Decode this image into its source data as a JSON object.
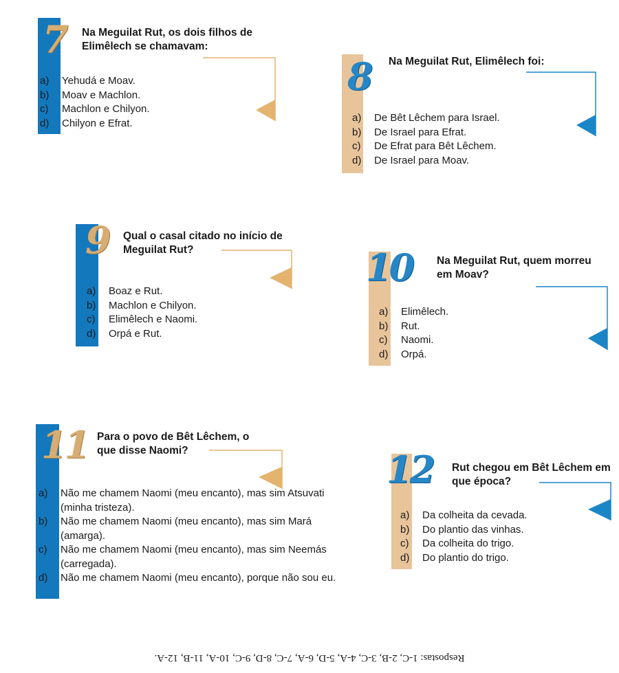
{
  "colors": {
    "blue": "#1478bd",
    "tan": "#e8c49a",
    "gold": "#d7ad73",
    "arrow_gold": "#e4b36e",
    "arrow_blue": "#1b86c6"
  },
  "questions": [
    {
      "number": "7",
      "question": "Na Meguilat Rut, os dois filhos de Elimêlech se chamavam:",
      "options": [
        {
          "letter": "a)",
          "text": "Yehudá e Moav."
        },
        {
          "letter": "b)",
          "text": "Moav e Machlon."
        },
        {
          "letter": "c)",
          "text": "Machlon e Chilyon."
        },
        {
          "letter": "d)",
          "text": "Chilyon e Efrat."
        }
      ]
    },
    {
      "number": "8",
      "question": "Na Meguilat Rut, Elimêlech foi:",
      "options": [
        {
          "letter": "a)",
          "text": "De Bêt Lêchem para Israel."
        },
        {
          "letter": "b)",
          "text": "De Israel para Efrat."
        },
        {
          "letter": "c)",
          "text": "De Efrat para Bêt Lêchem."
        },
        {
          "letter": "d)",
          "text": "De Israel para Moav."
        }
      ]
    },
    {
      "number": "9",
      "question": "Qual o casal citado no início de Meguilat Rut?",
      "options": [
        {
          "letter": "a)",
          "text": "Boaz e Rut."
        },
        {
          "letter": "b)",
          "text": "Machlon e Chilyon."
        },
        {
          "letter": "c)",
          "text": "Elimêlech e Naomi."
        },
        {
          "letter": "d)",
          "text": "Orpá e Rut."
        }
      ]
    },
    {
      "number": "10",
      "question": "Na Meguilat Rut, quem morreu em Moav?",
      "options": [
        {
          "letter": "a)",
          "text": "Elimêlech."
        },
        {
          "letter": "b)",
          "text": "Rut."
        },
        {
          "letter": "c)",
          "text": "Naomi."
        },
        {
          "letter": "d)",
          "text": "Orpá."
        }
      ]
    },
    {
      "number": "11",
      "question": "Para o povo de Bêt Lêchem, o que disse Naomi?",
      "options": [
        {
          "letter": "a)",
          "text": "Não me chamem Naomi (meu encanto), mas sim Atsuvati (minha tristeza)."
        },
        {
          "letter": "b)",
          "text": "Não me chamem Naomi (meu encanto), mas sim Mará (amarga)."
        },
        {
          "letter": "c)",
          "text": "Não me chamem Naomi (meu encanto), mas sim Neemás (carregada)."
        },
        {
          "letter": "d)",
          "text": "Não me chamem Naomi (meu encanto), porque não sou eu."
        }
      ]
    },
    {
      "number": "12",
      "question": "Rut chegou em Bêt Lêchem em que época?",
      "options": [
        {
          "letter": "a)",
          "text": "Da colheita da cevada."
        },
        {
          "letter": "b)",
          "text": "Do plantio das vinhas."
        },
        {
          "letter": "c)",
          "text": "Da colheita do trigo."
        },
        {
          "letter": "d)",
          "text": "Do plantio do trigo."
        }
      ]
    }
  ],
  "answers": "Respostas: 1-C, 2-B, 3-C, 4-A, 5-D, 6-A, 7-C, 8-D, 9-C, 10-A, 11-B, 12-A."
}
